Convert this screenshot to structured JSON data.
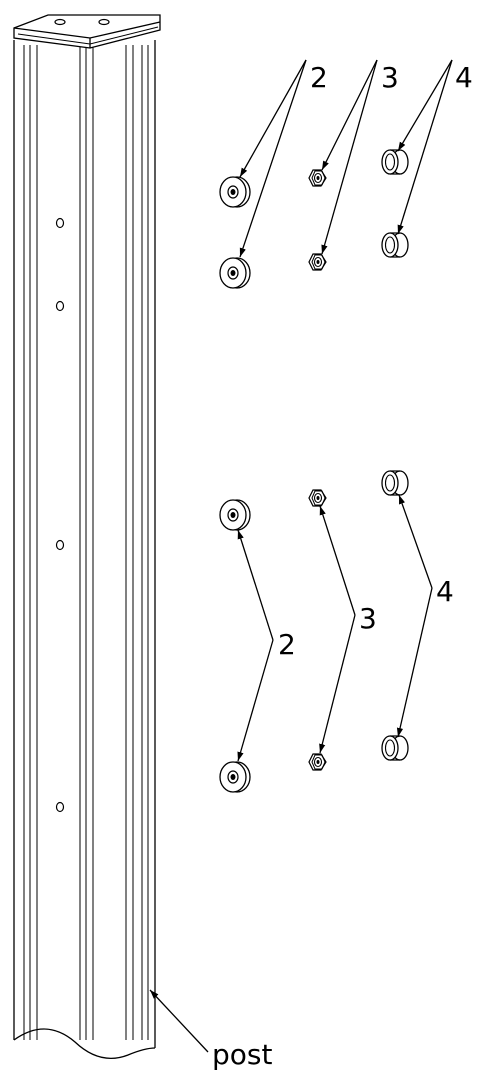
{
  "labels": {
    "post": "post",
    "callout_2": "2",
    "callout_3": "3",
    "callout_4": "4"
  },
  "parts": {
    "post_icon": "square-post-with-cap",
    "part_2_icon": "round-spacer",
    "part_3_icon": "hex-nut",
    "part_4_icon": "cylindrical-bushing"
  },
  "colors": {
    "line": "#000000",
    "background": "#ffffff"
  }
}
